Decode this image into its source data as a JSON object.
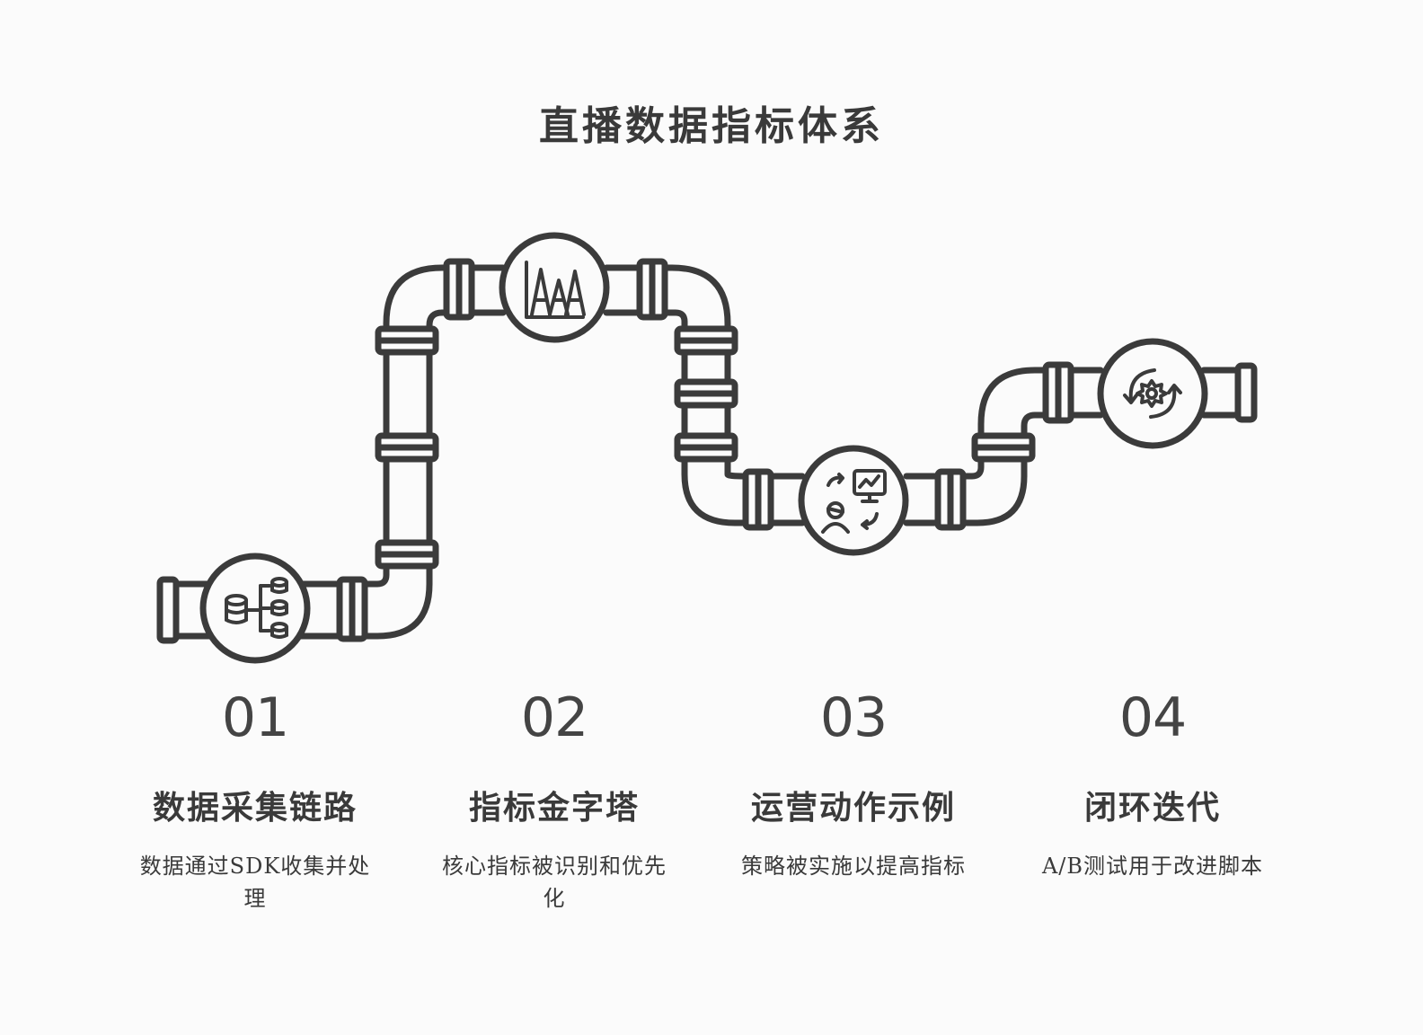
{
  "title": "直播数据指标体系",
  "steps": [
    {
      "num": "01",
      "name": "数据采集链路",
      "desc": "数据通过SDK收集并处理",
      "icon": "database-hierarchy-icon"
    },
    {
      "num": "02",
      "name": "指标金字塔",
      "desc": "核心指标被识别和优先化",
      "icon": "pyramid-chart-icon"
    },
    {
      "num": "03",
      "name": "运营动作示例",
      "desc": "策略被实施以提高指标",
      "icon": "presentation-user-icon"
    },
    {
      "num": "04",
      "name": "闭环迭代",
      "desc": "A/B测试用于改进脚本",
      "icon": "gear-cycle-icon"
    }
  ],
  "colors": {
    "stroke": "#3b3b3b",
    "background": "#fbfbfb"
  }
}
